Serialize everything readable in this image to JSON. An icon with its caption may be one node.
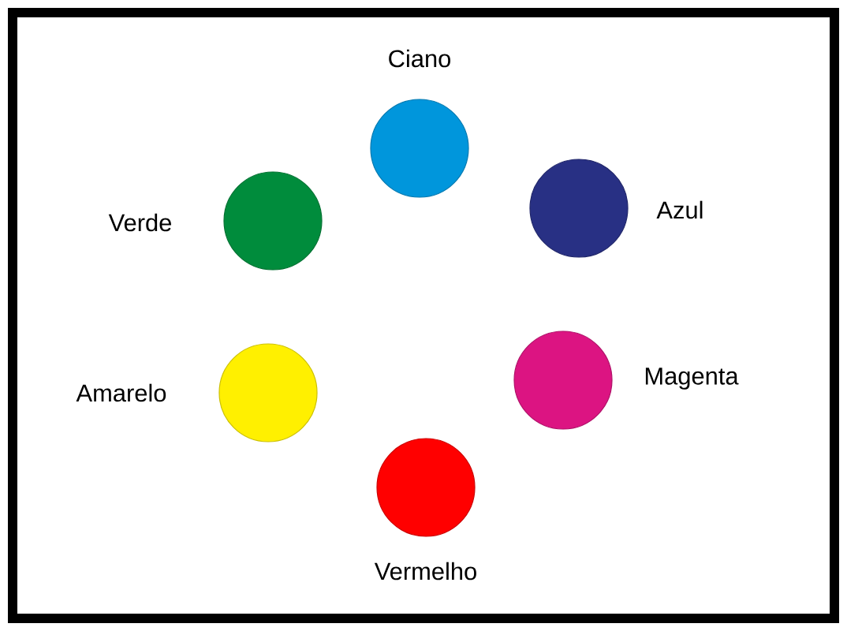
{
  "diagram": {
    "nodes": [
      {
        "text": [],
        "shape": "circle",
        "beside": [
          "Ciano"
        ]
      },
      {
        "text": [],
        "shape": "circle",
        "beside": [
          "Verde"
        ]
      },
      {
        "text": [],
        "shape": "circle",
        "beside": [
          "Azul"
        ]
      },
      {
        "text": [],
        "shape": "circle",
        "beside": [
          "Magenta"
        ]
      },
      {
        "text": [],
        "shape": "circle",
        "beside": [
          "Amarelo"
        ]
      },
      {
        "text": [],
        "shape": "circle",
        "beside": [
          "Vermelho"
        ]
      }
    ]
  }
}
